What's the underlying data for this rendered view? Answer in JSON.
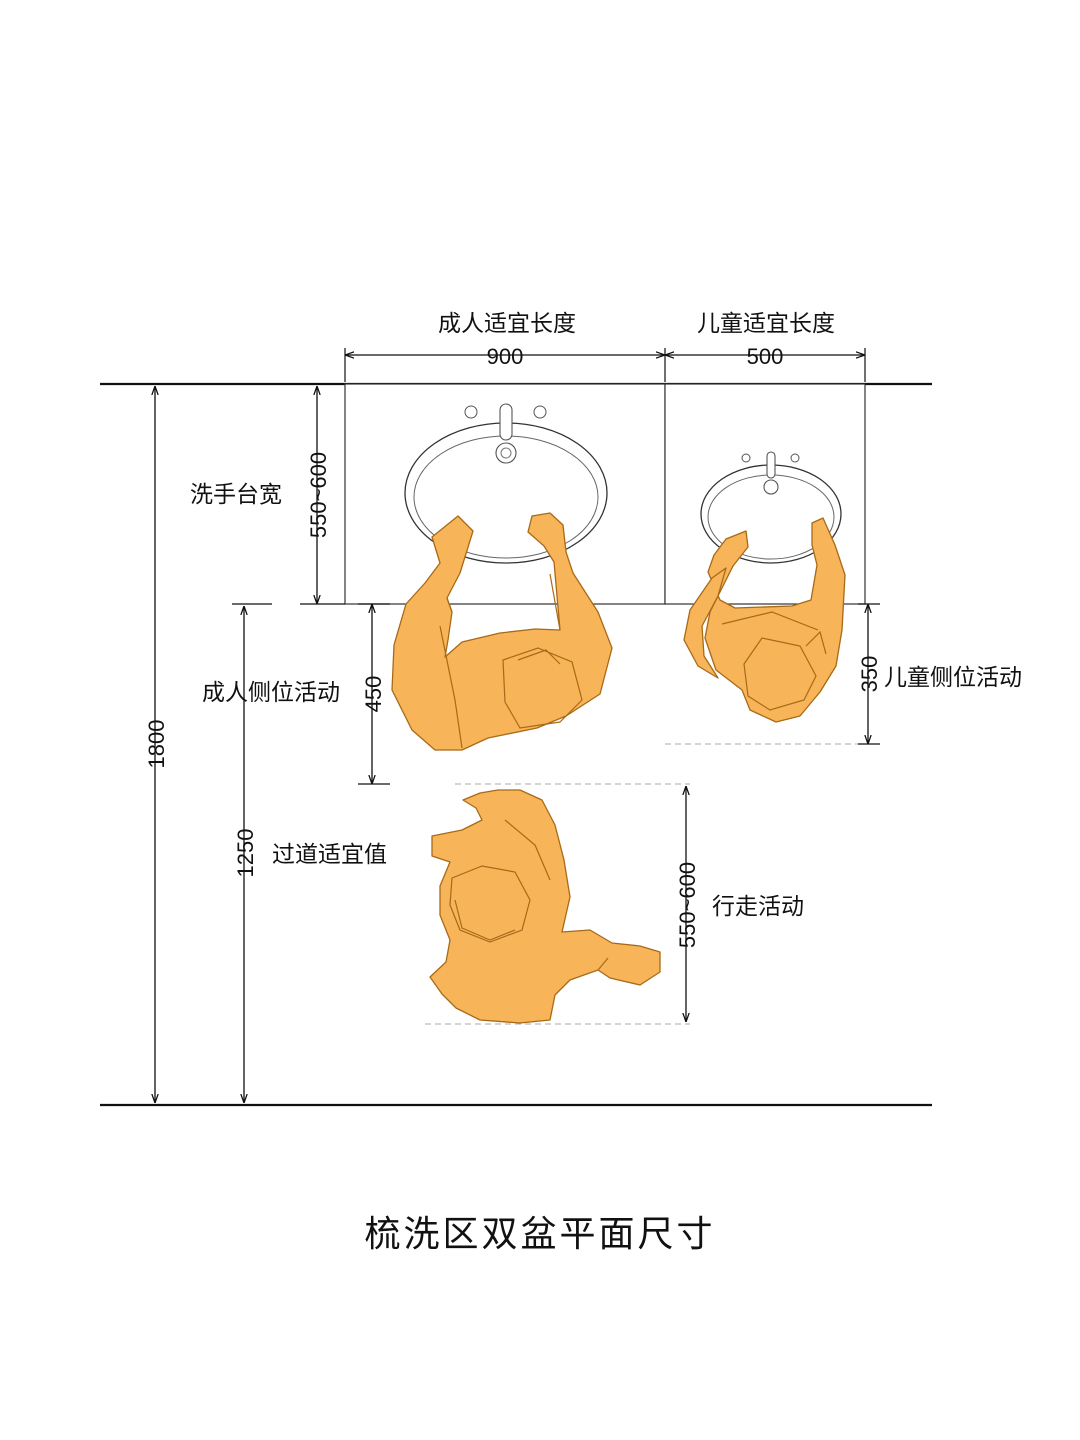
{
  "title": "梳洗区双盆平面尺寸",
  "labels": {
    "adult_length": "成人适宜长度",
    "child_length": "儿童适宜长度",
    "counter_width": "洗手台宽",
    "adult_side": "成人侧位活动",
    "child_side": "儿童侧位活动",
    "aisle": "过道适宜值",
    "walking": "行走活动"
  },
  "dimensions": {
    "adult_length": "900",
    "child_length": "500",
    "counter_width": "550~600",
    "adult_side": "450",
    "child_side": "350",
    "total": "1800",
    "aisle": "1250",
    "walking": "550~600"
  },
  "colors": {
    "person_fill": "#f7b459",
    "person_outline": "#a86a17",
    "line": "#111111"
  }
}
